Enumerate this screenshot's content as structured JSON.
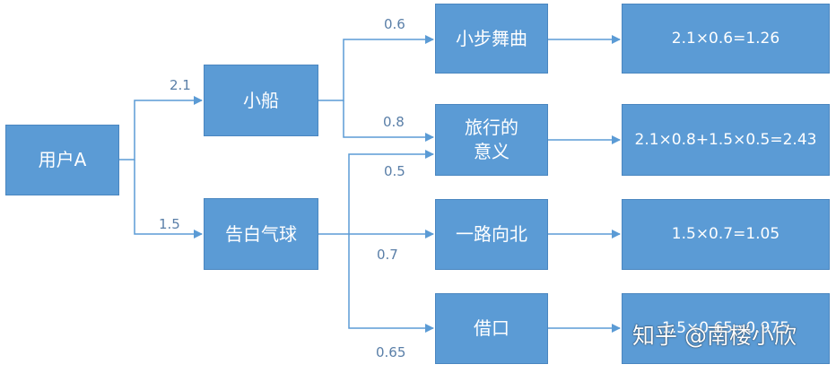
{
  "nodes": {
    "user": "用户A",
    "boat": "小船",
    "balloon": "告白气球",
    "song1": "小步舞曲",
    "song2_line1": "旅行的",
    "song2_line2": "意义",
    "song3": "一路向北",
    "song4": "借口"
  },
  "weights": {
    "user_boat": "2.1",
    "user_balloon": "1.5",
    "boat_song1": "0.6",
    "boat_song2": "0.8",
    "balloon_song2": "0.5",
    "balloon_song3": "0.7",
    "balloon_song4": "0.65"
  },
  "results": {
    "song1": "2.1×0.6=1.26",
    "song2": "2.1×0.8+1.5×0.5=2.43",
    "song3": "1.5×0.7=1.05",
    "song4": "1.5×0.65=0.975"
  },
  "watermark": "知乎 @南楼小欣",
  "colors": {
    "box": "#5b9bd5",
    "edge": "#5b9bd5",
    "weight_text": "#5a7fa8"
  }
}
